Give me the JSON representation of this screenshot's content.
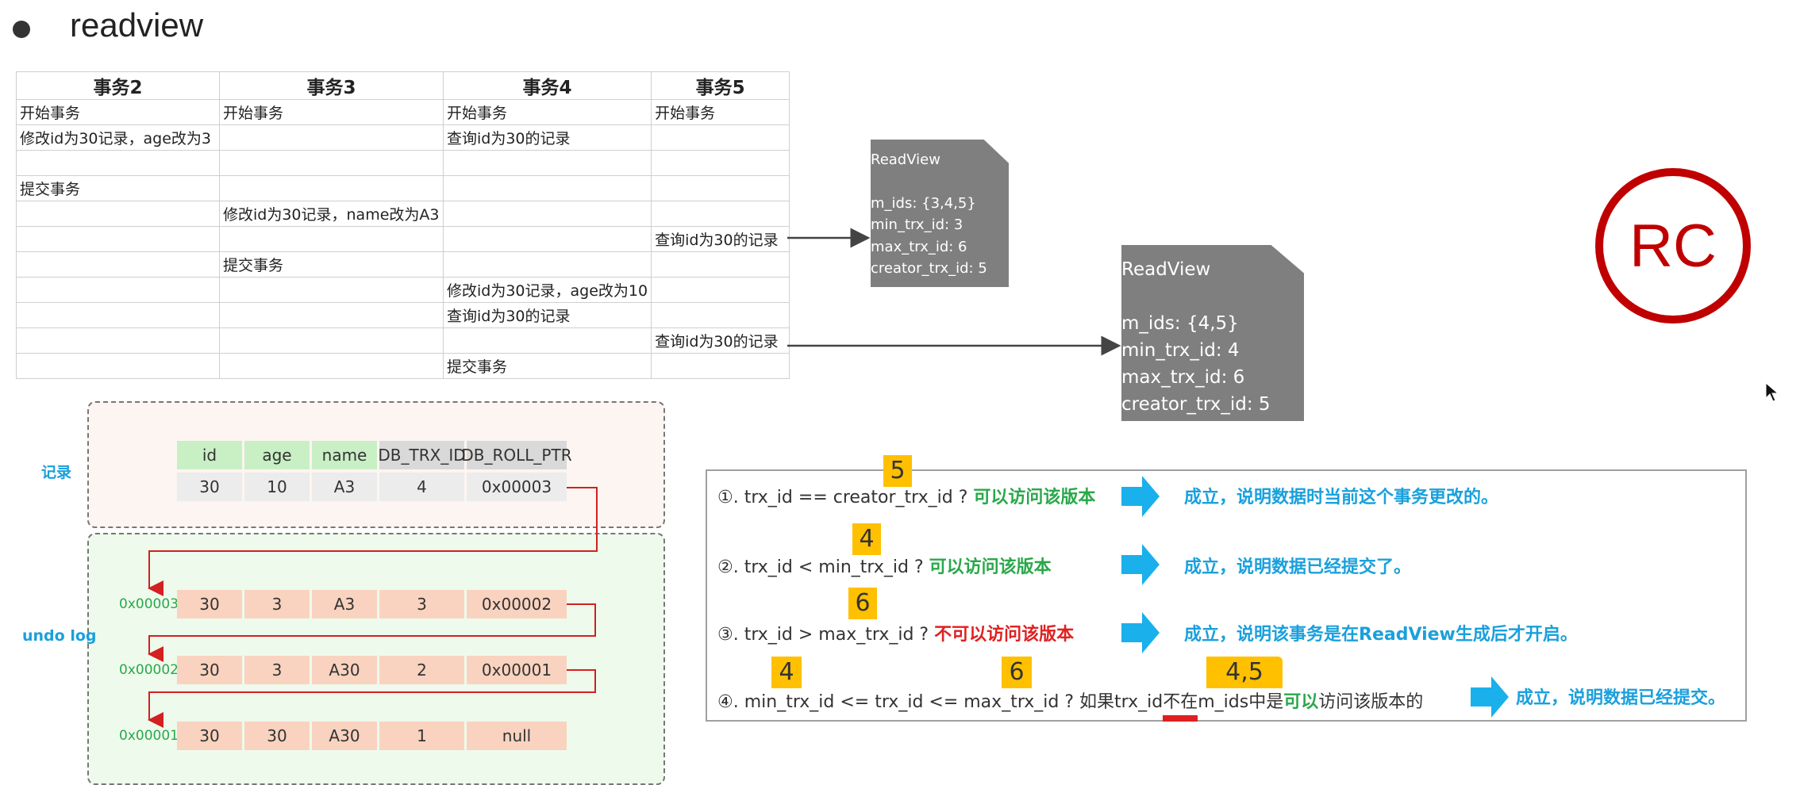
{
  "title": "readview",
  "table": {
    "headers": [
      "事务2",
      "事务3",
      "事务4",
      "事务5"
    ],
    "rows": [
      [
        "开始事务",
        "开始事务",
        "开始事务",
        "开始事务"
      ],
      [
        "修改id为30记录，age改为3",
        "",
        "查询id为30的记录",
        ""
      ],
      [
        "",
        "",
        "",
        ""
      ],
      [
        "提交事务",
        "",
        "",
        ""
      ],
      [
        "",
        "修改id为30记录，name改为A3",
        "",
        ""
      ],
      [
        "",
        "",
        "",
        "查询id为30的记录"
      ],
      [
        "",
        "提交事务",
        "",
        ""
      ],
      [
        "",
        "",
        "修改id为30记录，age改为10",
        ""
      ],
      [
        "",
        "",
        "查询id为30的记录",
        ""
      ],
      [
        "",
        "",
        "",
        "查询id为30的记录"
      ],
      [
        "",
        "",
        "提交事务",
        ""
      ]
    ]
  },
  "readview1": {
    "title": "ReadView",
    "m_ids": "m_ids: {3,4,5}",
    "min_trx_id": "min_trx_id: 3",
    "max_trx_id": "max_trx_id: 6",
    "creator_trx_id": "creator_trx_id: 5"
  },
  "readview2": {
    "title": "ReadView",
    "m_ids": "m_ids: {4,5}",
    "min_trx_id": "min_trx_id: 4",
    "max_trx_id": "max_trx_id: 6",
    "creator_trx_id": "creator_trx_id: 5"
  },
  "rc_label": "RC",
  "record": {
    "label": "记录",
    "columns": [
      "id",
      "age",
      "name",
      "DB_TRX_ID",
      "DB_ROLL_PTR"
    ],
    "values": [
      "30",
      "10",
      "A3",
      "4",
      "0x00003"
    ]
  },
  "undo_log": {
    "label": "undo log",
    "rows": [
      {
        "addr": "0x00003",
        "values": [
          "30",
          "3",
          "A3",
          "3",
          "0x00002"
        ]
      },
      {
        "addr": "0x00002",
        "values": [
          "30",
          "3",
          "A30",
          "2",
          "0x00001"
        ]
      },
      {
        "addr": "0x00001",
        "values": [
          "30",
          "30",
          "A30",
          "1",
          "null"
        ]
      }
    ]
  },
  "conditions": {
    "c1": {
      "text": "①. trx_id  == creator_trx_id ? ",
      "verdict": "可以访问该版本",
      "result": "成立，说明数据时当前这个事务更改的。",
      "tag": "5"
    },
    "c2": {
      "text": "②. trx_id < min_trx_id ? ",
      "verdict": "可以访问该版本",
      "result": "成立，说明数据已经提交了。",
      "tag": "4"
    },
    "c3": {
      "text": "③. trx_id > max_trx_id ? ",
      "verdict": "不可以访问该版本",
      "result": "成立，说明该事务是在ReadView生成后才开启。",
      "tag": "6"
    },
    "c4": {
      "text_a": "④. min_trx_id <= trx_id <= max_trx_id ?  如果trx_id",
      "text_b": "不在",
      "text_c": "m_ids中是",
      "verdict": "可以",
      "text_d": "访问该版本的",
      "result": "成立，说明数据已经提交。",
      "tag1": "4",
      "tag2": "6",
      "tag3": "4,5"
    }
  },
  "colors": {
    "accent_red": "#c00000",
    "green": "#2aa84a",
    "blue": "#1aa0dc",
    "tag": "#ffc000"
  }
}
